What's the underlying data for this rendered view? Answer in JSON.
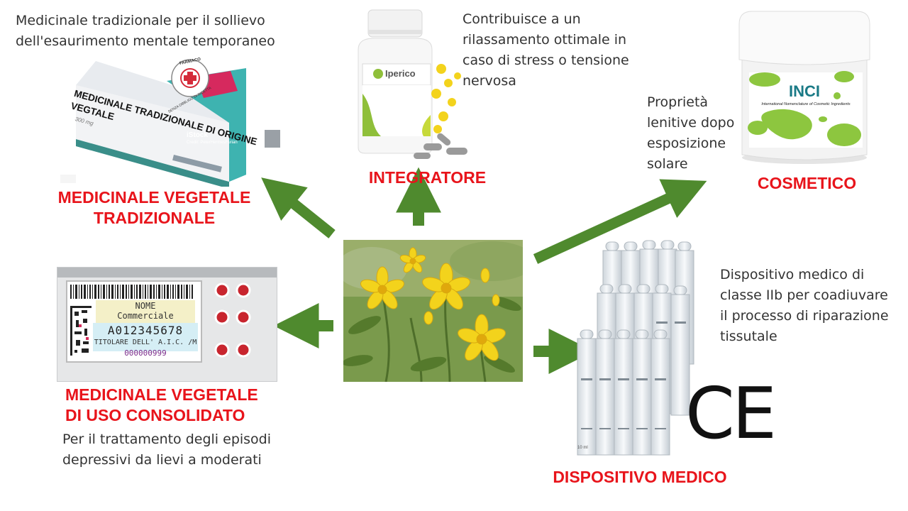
{
  "colors": {
    "arrow": "#4f8a2e",
    "heading": "#e8141b",
    "text": "#333333",
    "flower": "#f3d31c",
    "foliage": "#6b8a3a"
  },
  "center": {
    "image_icon": "hypericum-flower-photo-icon"
  },
  "medicinale_tradizionale": {
    "description": "Medicinale tradizionale per il sollievo\ndell'esaurimento mentale temporaneo",
    "heading": "MEDICINALE VEGETALE\nTRADIZIONALE",
    "box": {
      "main_text": "MEDICINALE TRADIZIONALE DI ORIGINE\nVEGTALE",
      "dose": "300 mg",
      "badge_top": "FARMACO",
      "badge_bottom": "SENZA OBBLIGO DI RICETTA",
      "istock": "iStock",
      "credit": "Credit: PeterHermesFurian"
    }
  },
  "integratore": {
    "description": "Contribuisce a un\nrilassamento ottimale in\ncaso di stress o tensione\nnervosa",
    "heading": "INTEGRATORE",
    "bottle_label": "Iperico"
  },
  "cosmetico": {
    "description": "Proprietà\nlenitive dopo\nesposizione\nsolare",
    "heading": "COSMETICO",
    "jar_title": "INCI",
    "jar_subtitle": "International Nomenclature of Cosmetic Ingredients"
  },
  "uso_consolidato": {
    "heading": "MEDICINALE VEGETALE\nDI USO CONSOLIDATO",
    "description": "Per il trattamento degli episodi\ndepressivi da lievi a moderati",
    "label": {
      "name_line1": "NOME",
      "name_line2": "Commerciale",
      "code": "A012345678",
      "holder": "TITOLARE DELL' A.I.C. /M",
      "number": "000000999"
    }
  },
  "dispositivo": {
    "description": "Dispositivo medico di\nclasse IIb per coadiuvare\nil processo di riparazione\ntissutale",
    "heading": "DISPOSITIVO MEDICO",
    "ce_mark": "CE",
    "vial_volume": "10 ml"
  }
}
